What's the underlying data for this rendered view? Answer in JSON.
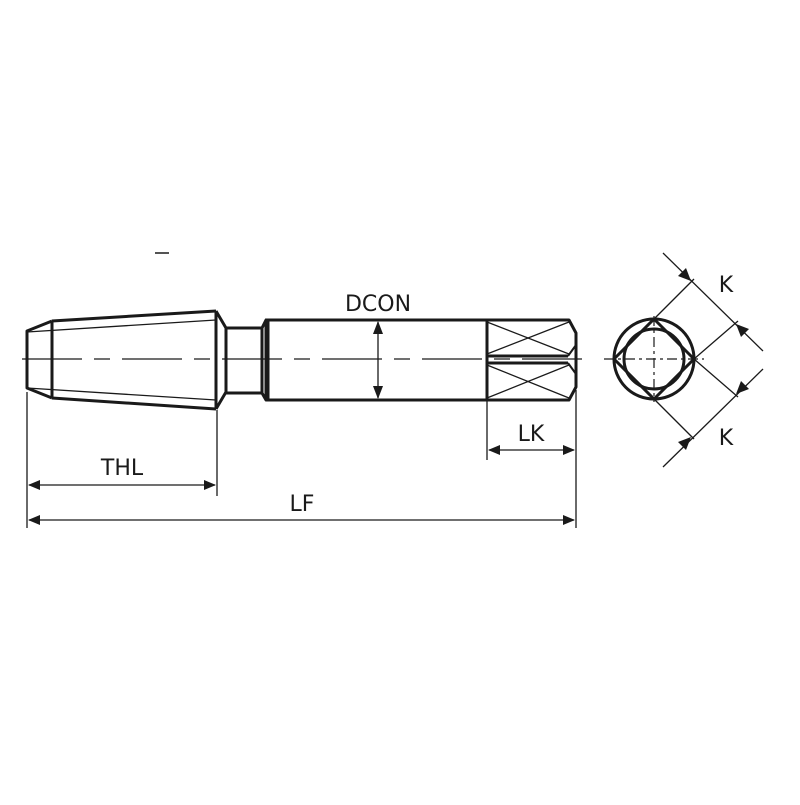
{
  "drawing": {
    "type": "technical-drawing",
    "subject": "tap side view and end view",
    "stray_mark": "–"
  },
  "dimensions": {
    "dcon": {
      "label": "DCON"
    },
    "lk": {
      "label": "LK"
    },
    "thl": {
      "label": "THL"
    },
    "lf": {
      "label": "LF"
    },
    "k_top": {
      "label": "K"
    },
    "k_bottom": {
      "label": "K"
    }
  },
  "colors": {
    "line": "#1a1a1a",
    "background": "#ffffff"
  }
}
